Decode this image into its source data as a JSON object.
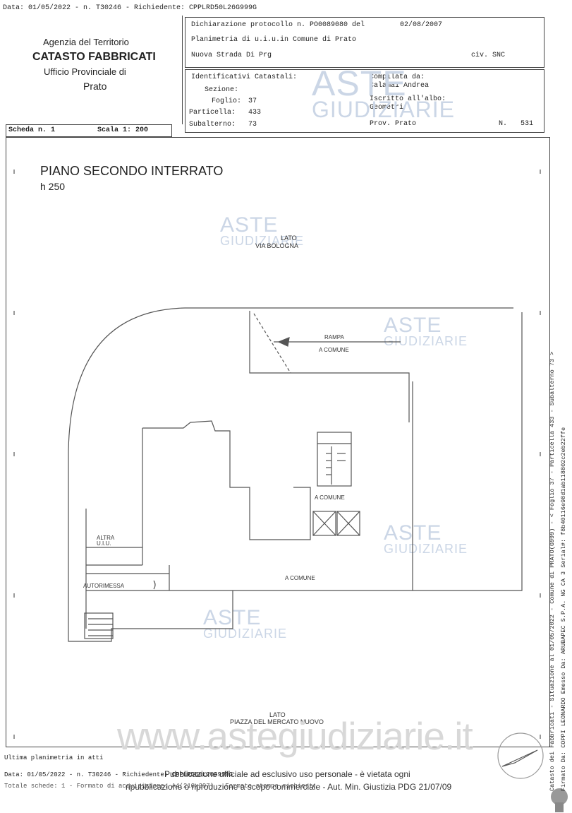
{
  "top_line": "Data: 01/05/2022 - n. T30246 - Richiedente: CPPLRD50L26G999G",
  "agency": {
    "line1": "Agenzia del Territorio",
    "line2": "CATASTO FABBRICATI",
    "line3": "Ufficio Provinciale di",
    "line4": "Prato"
  },
  "protocol": {
    "declaration": "Dichiarazione protocollo n. PO0089080 del",
    "date": "02/08/2007",
    "plan": "Planimetria di u.i.u.in Comune di Prato",
    "street": "Nuova Strada Di Prg",
    "civ": "civ. SNC"
  },
  "cadastral": {
    "heading": "Identificativi Catastali:",
    "sezione_label": "Sezione:",
    "foglio_label": "Foglio:",
    "foglio": "37",
    "particella_label": "Particella:",
    "particella": "433",
    "subalterno_label": "Subalterno:",
    "subalterno": "73"
  },
  "compiler": {
    "compilata_label": "Compilata da:",
    "compilata": "Calamai Andrea",
    "iscritto_label": "Iscritto all'albo:",
    "iscritto": "Geometri",
    "prov": "Prov. Prato",
    "n_label": "N.",
    "n": "531"
  },
  "scheda": "Scheda n. 1",
  "scala": "Scala 1: 200",
  "floor": {
    "title": "PIANO SECONDO INTERRATO",
    "height": "h 250"
  },
  "labels": {
    "lato_top_1": "LATO",
    "lato_top_2": "VIA BOLOGNA",
    "rampa": "RAMPA",
    "a_comune_ramp": "A COMUNE",
    "a_comune_stair": "A COMUNE",
    "a_comune_main": "A COMUNE",
    "altra_1": "ALTRA",
    "altra_2": "U.I.U.",
    "autorimessa": "AUTORIMESSA",
    "lato_bottom_1": "LATO",
    "lato_bottom_2": "PIAZZA DEL MERCATO NUOVO"
  },
  "watermark": {
    "aste": "ASTE",
    "giudiziarie": "GIUDIZIARIE",
    "site": "www.astegiudiziarie.it"
  },
  "footer": {
    "ultima": "Ultima planimetria in atti",
    "data_line": "Data: 01/05/2022 - n. T30246 - Richiedente: CPPLRD50L26G999G",
    "totale_line": "Totale schede: 1 - Formato di acquisizione: A4(210x297) - Formato stampa richiesto: A4(210x297)",
    "pub1": "Pubblicazione ufficiale ad esclusivo uso personale - è vietata ogni",
    "pub2": "ripubblicazione o riproduzione a scopo commerciale - Aut. Min. Giustizia PDG 21/07/09"
  },
  "side": {
    "line1": "Catasto dei Fabbricati - Situazione al 01/05/2022 - Comune di PRATO(G999) - < Foglio 37 - Particella 433 - Subalterno 73 >",
    "line2": "Firmato Da: COPPI LEONARDO Emesso Da: ARUBAPEC S.P.A. NG CA 3 Serial#: f8b40116e98d1ab118802c2eb22ffe"
  }
}
